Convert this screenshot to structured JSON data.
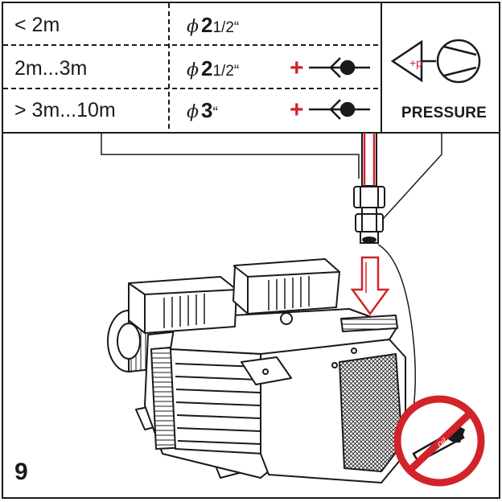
{
  "table": {
    "rows": [
      {
        "length": "< 2m",
        "phi": "ϕ",
        "size_major": "2",
        "size_minor": "1/2",
        "size_suffix": "“",
        "check_valve": false
      },
      {
        "length": "2m...3m",
        "phi": "ϕ",
        "size_major": "2",
        "size_minor": "1/2",
        "size_suffix": "“",
        "check_valve": true,
        "plus": "+"
      },
      {
        "length": "> 3m...10m",
        "phi": "ϕ",
        "size_major": "3",
        "size_minor": "",
        "size_suffix": "“",
        "check_valve": true,
        "plus": "+"
      }
    ]
  },
  "pressure_symbol": {
    "sign": "+p",
    "label": "PRESSURE"
  },
  "prohibition": {
    "text": "oil",
    "color": "#d2232a"
  },
  "figure_number": "9",
  "colors": {
    "accent": "#d2232a",
    "ink": "#1a1a1a"
  }
}
